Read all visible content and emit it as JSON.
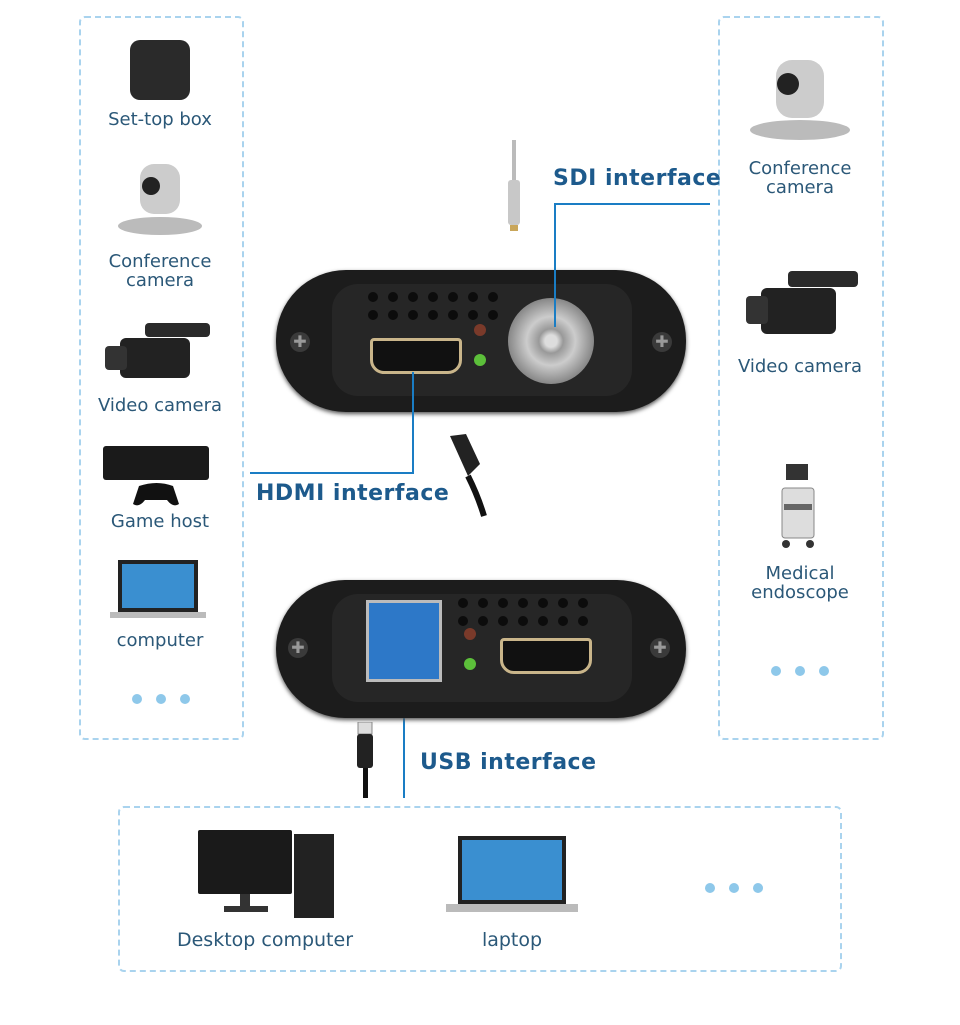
{
  "left_sources": [
    {
      "label": "Set-top box",
      "icon": "set-top-box-icon"
    },
    {
      "label": "Conference camera",
      "icon": "conference-camera-icon"
    },
    {
      "label": "Video camera",
      "icon": "video-camera-icon"
    },
    {
      "label": "Game host",
      "icon": "game-console-icon"
    },
    {
      "label": "computer",
      "icon": "laptop-icon"
    }
  ],
  "right_sources": [
    {
      "label": "Conference camera",
      "icon": "conference-camera-icon"
    },
    {
      "label": "Video camera",
      "icon": "video-camera-icon"
    },
    {
      "label": "Medical endoscope",
      "icon": "medical-endoscope-icon"
    }
  ],
  "interfaces": {
    "sdi": "SDI interface",
    "hdmi": "HDMI interface",
    "usb": "USB interface"
  },
  "hosts": [
    {
      "label": "Desktop computer",
      "icon": "desktop-computer-icon"
    },
    {
      "label": "laptop",
      "icon": "laptop-icon"
    }
  ],
  "colors": {
    "accent": "#1a7dc4",
    "text": "#2b5878",
    "border": "#a9d3ee"
  }
}
